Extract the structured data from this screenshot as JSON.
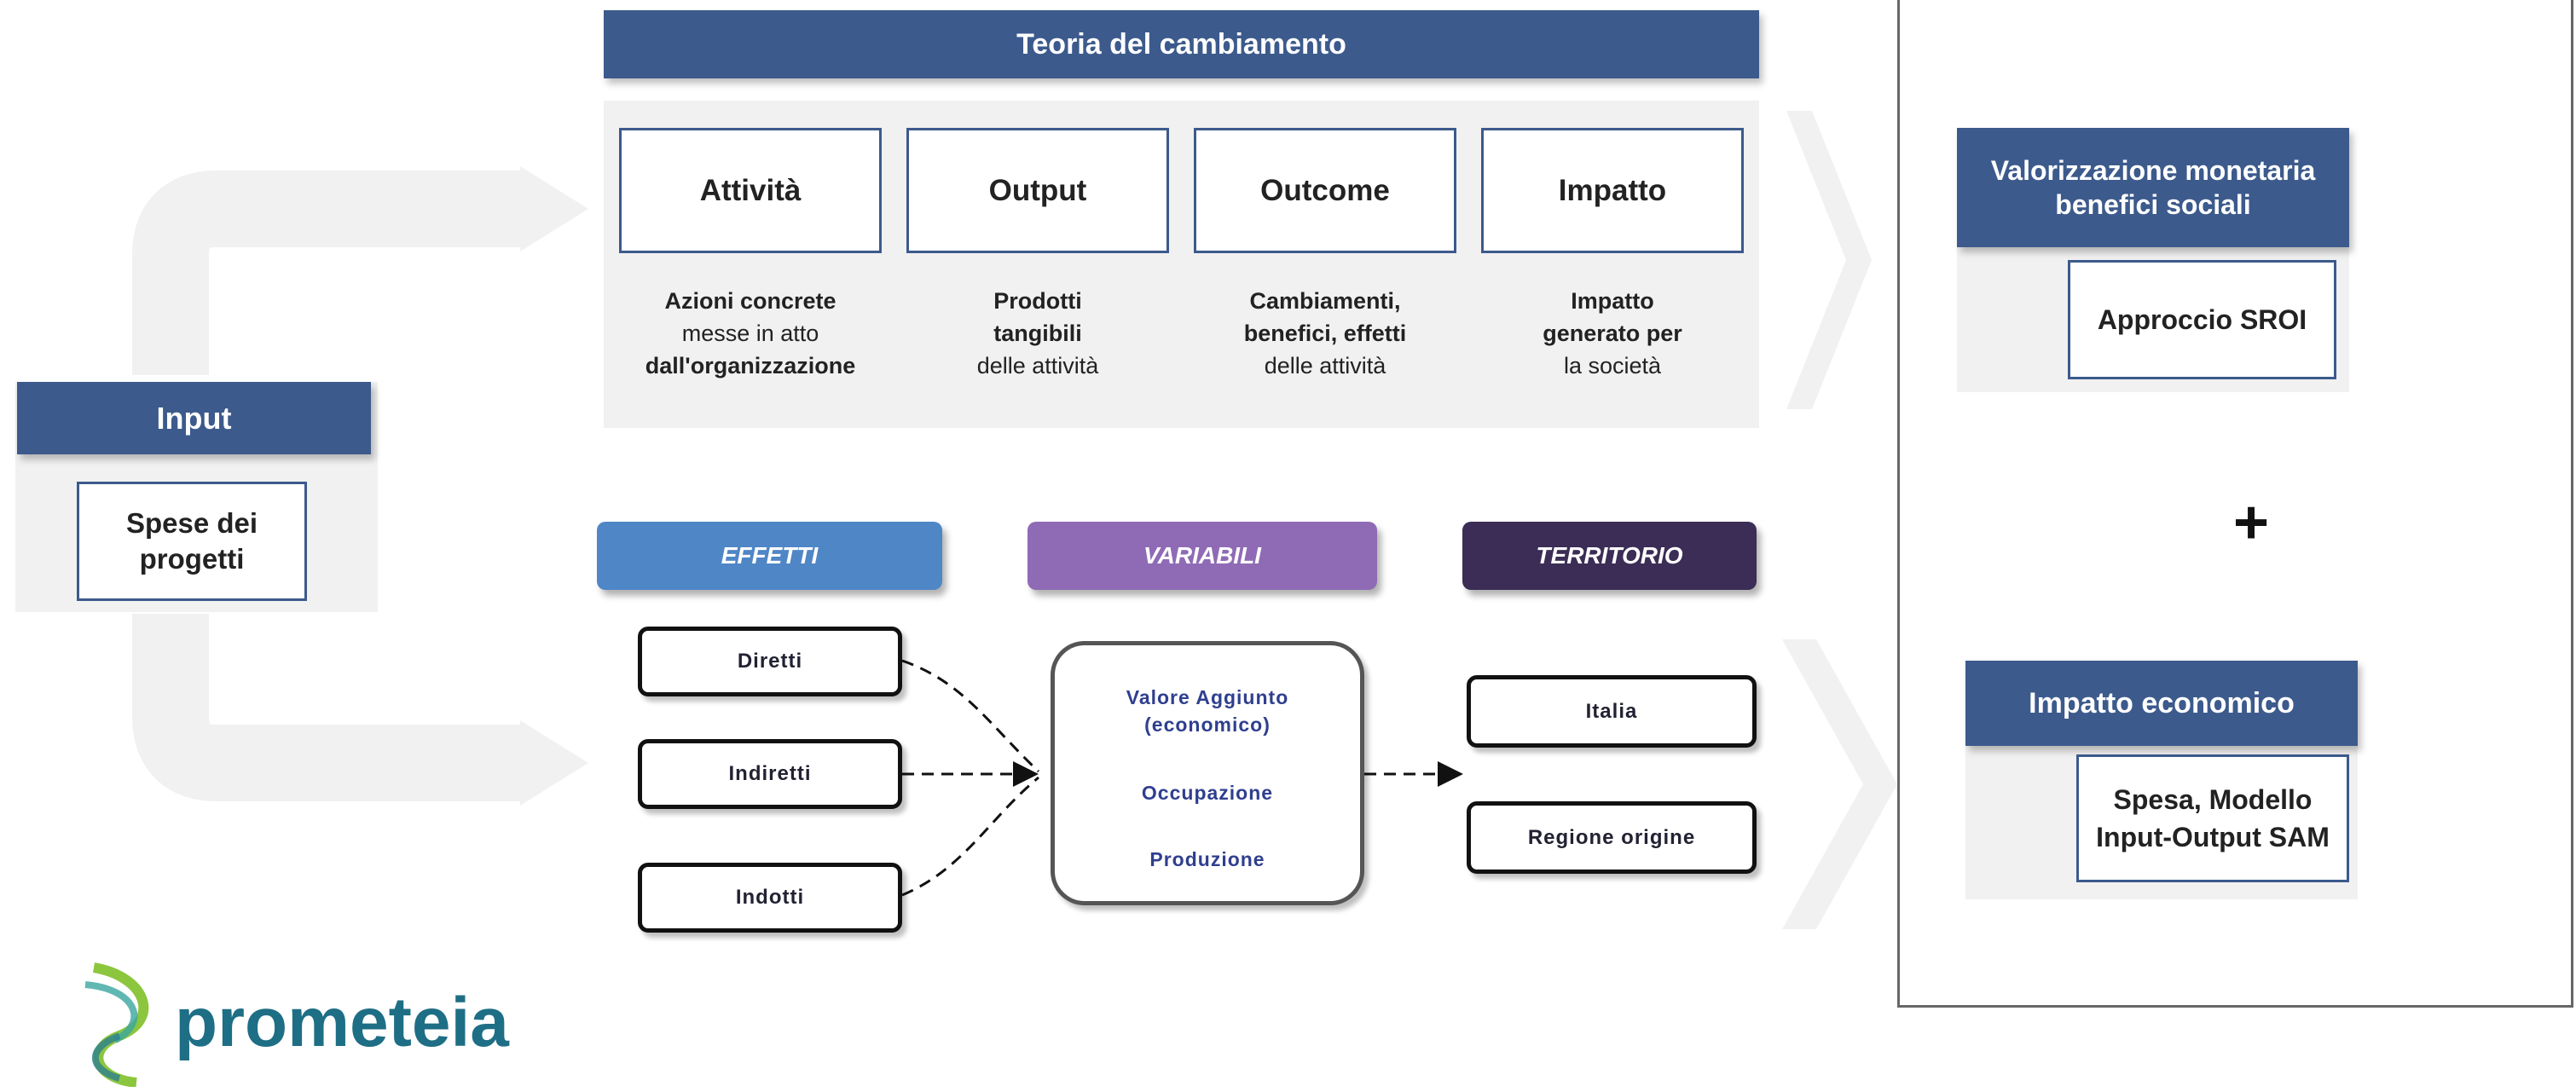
{
  "toc": {
    "title": "Teoria del cambiamento",
    "stages": [
      {
        "label": "Attività",
        "desc": [
          "Azioni concrete",
          "messe in atto",
          "dall'organizzazione"
        ]
      },
      {
        "label": "Output",
        "desc": [
          "Prodotti",
          "tangibili",
          "delle attività"
        ]
      },
      {
        "label": "Outcome",
        "desc": [
          "Cambiamenti,",
          "benefici, effetti",
          "delle attività"
        ]
      },
      {
        "label": "Impatto",
        "desc": [
          "Impatto",
          "generato per",
          "la società"
        ]
      }
    ]
  },
  "input": {
    "header": "Input",
    "box_line1": "Spese dei",
    "box_line2": "progetti"
  },
  "categories": {
    "effetti": "EFFETTI",
    "variabili": "VARIABILI",
    "territorio": "TERRITORIO"
  },
  "effects": [
    "Diretti",
    "Indiretti",
    "Indotti"
  ],
  "variables": {
    "line1": "Valore Aggiunto",
    "line2": "(economico)",
    "line3": "Occupazione",
    "line4": "Produzione"
  },
  "territories": [
    "Italia",
    "Regione origine"
  ],
  "right_panel": {
    "social_header_line1": "Valorizzazione monetaria",
    "social_header_line2": "benefici sociali",
    "sroi_box": "Approccio SROI",
    "plus": "+",
    "economic_header": "Impatto economico",
    "economic_box_line1": "Spesa, Modello",
    "economic_box_line2": "Input-Output SAM"
  },
  "logo": {
    "text": "prometeia"
  },
  "colors": {
    "header_blue": "#3c5a8c",
    "effetti": "#4f86c6",
    "variabili": "#8f6bb5",
    "territorio": "#3b2d55"
  }
}
